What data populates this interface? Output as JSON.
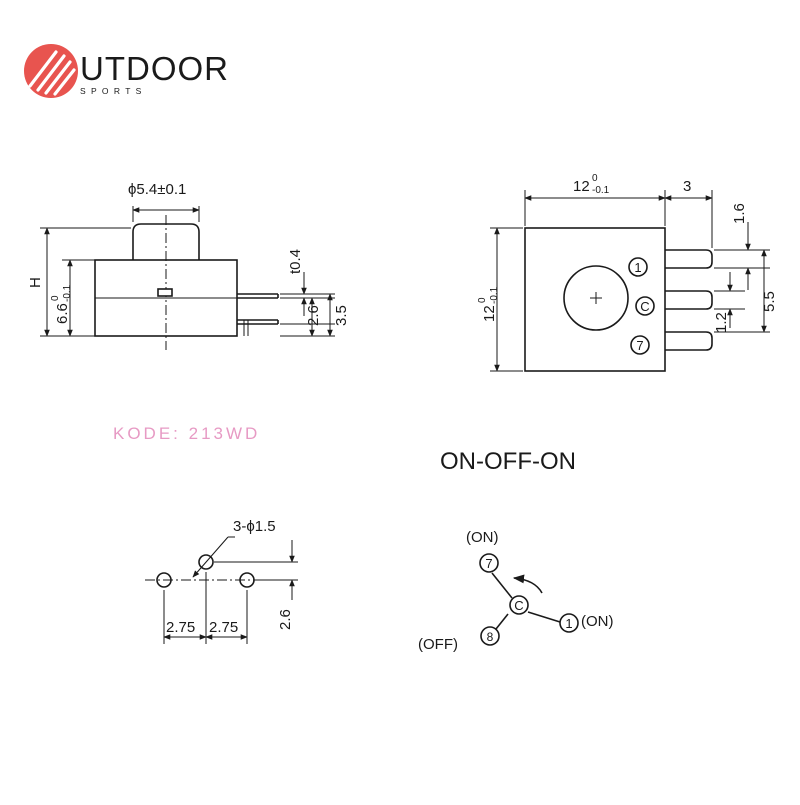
{
  "logo": {
    "name": "UTDOOR",
    "tagline": "S P O R T S",
    "accent_color": "#e8544f"
  },
  "product_code": {
    "text": "KODE: 213WD",
    "color": "#e79ac4"
  },
  "mode_title": "ON-OFF-ON",
  "side_view": {
    "button_diameter": "ϕ5.4±0.1",
    "height_label": "H",
    "body_height": "6.6",
    "body_height_tol_upper": "0",
    "body_height_tol_lower": "-0.1",
    "terminal_thickness": "t0.4",
    "terminal_position": "2.6",
    "terminal_span": "3.5"
  },
  "top_view": {
    "width": "12",
    "width_tol_upper": "0",
    "width_tol_lower": "-0.1",
    "height": "12",
    "height_tol_upper": "0",
    "height_tol_lower": "-0.1",
    "pin_length": "3",
    "pin_width": "1.6",
    "pin_pitch": "1.2",
    "pin_span": "5.5",
    "terminal_1": "1",
    "terminal_c": "C",
    "terminal_7": "7"
  },
  "footprint": {
    "holes": "3-ϕ1.5",
    "pitch_left": "2.75",
    "pitch_right": "2.75",
    "offset": "2.6"
  },
  "contact_diagram": {
    "label_top": "(ON)",
    "label_right": "(ON)",
    "label_left": "(OFF)",
    "terminal_top": "7",
    "terminal_center": "C",
    "terminal_right": "1",
    "terminal_left": "8"
  }
}
